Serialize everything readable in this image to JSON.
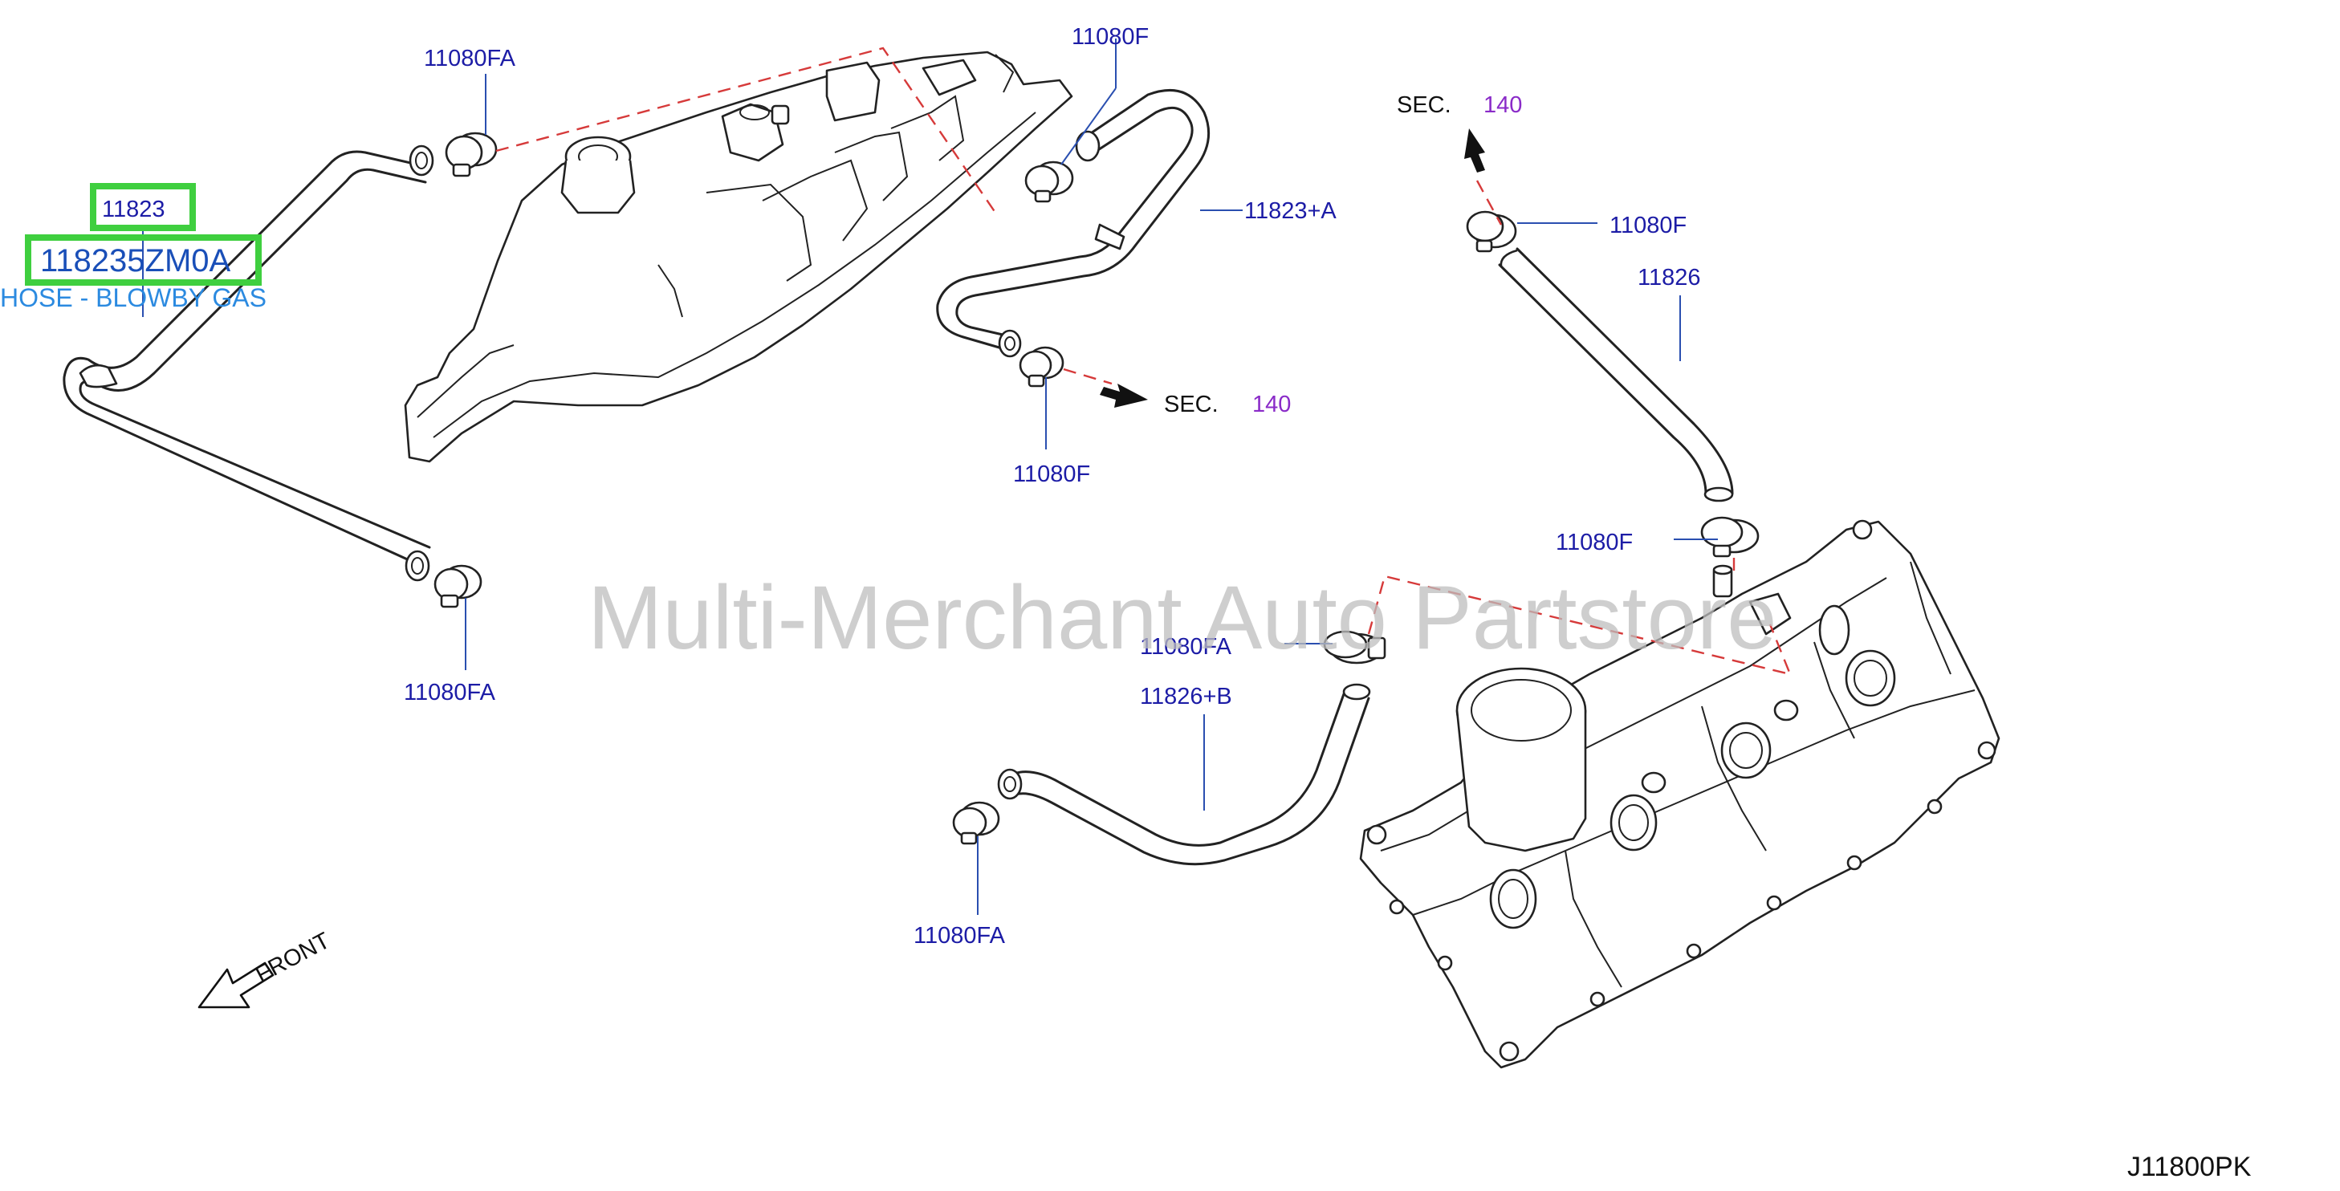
{
  "labels": {
    "p11080fa_top": "11080FA",
    "p11080f_top": "11080F",
    "p11823_box": "11823",
    "p118235zm0a": "118235ZM0A",
    "hose_desc": "HOSE - BLOWBY GAS",
    "p11823a": "11823+A",
    "sec_mid": "SEC.",
    "sec_mid_num": "140",
    "p11080f_mid": "11080F",
    "p11080fa_left": "11080FA",
    "sec_top": "SEC.",
    "sec_top_num": "140",
    "p11080f_right": "11080F",
    "p11826": "11826",
    "p11080f_cover": "11080F",
    "p11080fa_center": "11080FA",
    "p11826b": "11826+B",
    "p11080fa_bottom": "11080FA",
    "front": "FRONT",
    "diagram_code": "J11800PK"
  },
  "watermark": "Multi-Merchant Auto Partstore",
  "colors": {
    "label": "#1c1ca6",
    "sec_number": "#8a2bc8",
    "description": "#2b8ae0",
    "highlight": "#3fcf3f",
    "leader_dash": "#d63a3a",
    "leader_line": "#2a4fb0"
  },
  "icons": {
    "front_arrow": "front-arrow-icon",
    "sec_arrow": "sec-arrow-icon"
  }
}
